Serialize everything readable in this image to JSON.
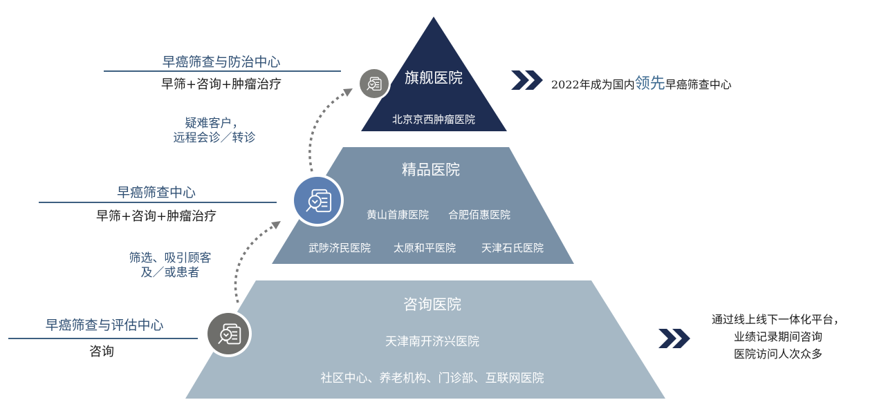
{
  "colors": {
    "tier_top": "#1e2d52",
    "tier_middle": "#7990a6",
    "tier_bottom": "#a6b8c5",
    "icon_top": "#7b7b77",
    "icon_middle": "#5c7fb2",
    "icon_bottom": "#6e6e6b",
    "accent_text": "#2f4f73",
    "chevron": "#1e2d52",
    "arrow_dots": "#7a7a7a"
  },
  "tiers": {
    "top": {
      "title": "旗舰医院",
      "hospitals": [
        "北京京西肿瘤医院"
      ],
      "icon": "document-search-icon"
    },
    "middle": {
      "title": "精品医院",
      "hospitals_row1": [
        "黄山首康医院",
        "合肥佰惠医院"
      ],
      "hospitals_row2": [
        "武陟济民医院",
        "太原和平医院",
        "天津石氏医院"
      ],
      "icon": "document-search-icon"
    },
    "bottom": {
      "title": "咨询医院",
      "hospitals": [
        "天津南开济兴医院",
        "社区中心、养老机构、门诊部、互联网医院"
      ],
      "icon": "document-search-icon"
    }
  },
  "left_labels": {
    "top": {
      "title": "早癌筛查与防治中心",
      "subtitle": "早筛+咨询+肿瘤治疗"
    },
    "middle": {
      "title": "早癌筛查中心",
      "subtitle": "早筛+咨询+肿瘤治疗"
    },
    "bottom": {
      "title": "早癌筛查与评估中心",
      "subtitle": "咨询"
    }
  },
  "flow_notes": {
    "upper": "疑难客户，\n远程会诊／转诊",
    "lower": "筛选、吸引顾客\n及／或患者"
  },
  "right_notes": {
    "top": {
      "prefix": "2022年成为国内",
      "emphasis": "领先",
      "suffix": "早癌筛查中心"
    },
    "bottom": [
      "通过线上线下一体化平台，",
      "业绩记录期间咨询",
      "医院访问人次众多"
    ]
  }
}
